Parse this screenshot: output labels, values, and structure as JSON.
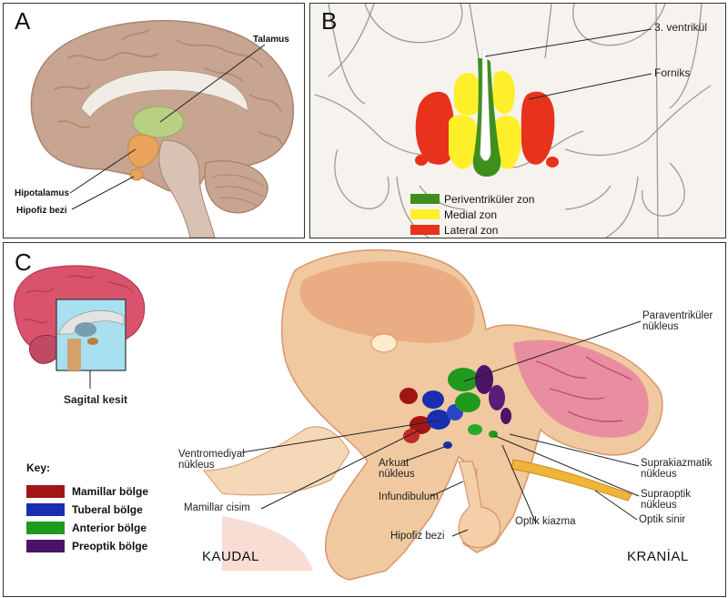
{
  "panel_a": {
    "letter": "A",
    "labels": {
      "talamus": "Talamus",
      "hipotalamus": "Hipotalamus",
      "hipofiz": "Hipofiz bezi"
    }
  },
  "panel_b": {
    "letter": "B",
    "labels": {
      "ventricle": "3. ventrikül",
      "forniks": "Forniks"
    },
    "legend": [
      {
        "label": "Periventriküler zon",
        "color": "#3f8f1e"
      },
      {
        "label": "Medial zon",
        "color": "#ffef2a"
      },
      {
        "label": "Lateral zon",
        "color": "#e8321b"
      }
    ]
  },
  "panel_c": {
    "letter": "C",
    "inset_caption": "Sagital kesit",
    "labels": {
      "paraventrikuler": "Paraventriküler\nnükleus",
      "ventromediyal": "Ventromediyal\nnükleus",
      "arkuat": "Arkuat\nnükleus",
      "mamillar_cisim": "Mamillar cisim",
      "infundibulum": "Infundibulum",
      "hipofiz": "Hipofiz bezi",
      "optik_kiazma": "Optik kiazma",
      "suprakiazmatik": "Suprakiazmatik\nnükleus",
      "supraoptik": "Supraoptik\nnükleus",
      "optik_sinir": "Optik sinir"
    },
    "key": {
      "title": "Key:",
      "items": [
        {
          "label": "Mamillar bölge",
          "color": "#a31515"
        },
        {
          "label": "Tuberal bölge",
          "color": "#1a2fb0"
        },
        {
          "label": "Anterior bölge",
          "color": "#1f9a1f"
        },
        {
          "label": "Preoptik bölge",
          "color": "#4b1466"
        }
      ]
    },
    "kaudal": "KAUDAL",
    "kranial": "KRANİAL"
  },
  "colors": {
    "brain": "#c8a590",
    "brain_dark": "#a88470",
    "talamus": "#b8cf84",
    "hipotalamus": "#e9a35a",
    "tissue": "#f1c9a0",
    "tissue_dark": "#d8956c"
  }
}
